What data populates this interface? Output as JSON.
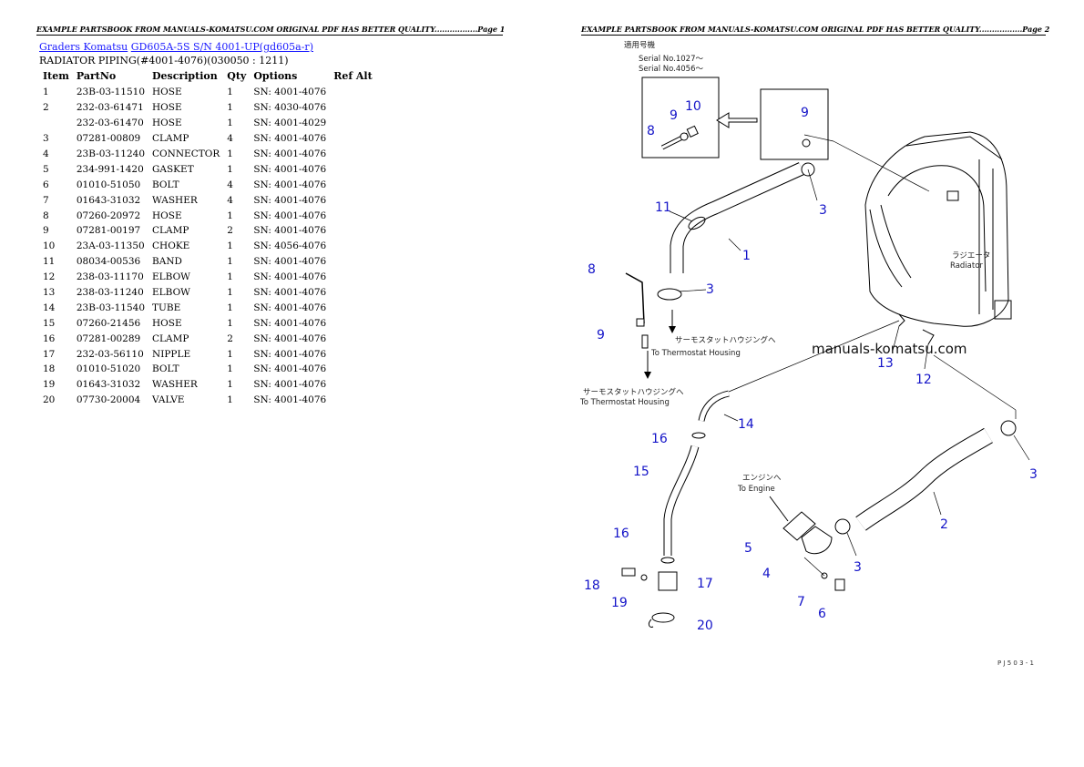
{
  "page_left": {
    "header": "EXAMPLE PARTSBOOK FROM MANUALS-KOMATSU.COM ORIGINAL PDF HAS BETTER QUALITY.................Page 1",
    "breadcrumb": [
      "Graders Komatsu",
      "GD605A-5S S/N 4001-UP(gd605a-r)"
    ],
    "subtitle": "RADIATOR PIPING(#4001-4076)(030050 : 1211)",
    "columns": [
      "Item",
      "PartNo",
      "Description",
      "Qty",
      "Options",
      "Ref Alt"
    ],
    "rows": [
      {
        "item": "1",
        "partno": "23B-03-11510",
        "desc": "HOSE",
        "qty": "1",
        "opt": "SN: 4001-4076"
      },
      {
        "item": "2",
        "partno": "232-03-61471",
        "desc": "HOSE",
        "qty": "1",
        "opt": "SN: 4030-4076"
      },
      {
        "item": "",
        "partno": "232-03-61470",
        "desc": "HOSE",
        "qty": "1",
        "opt": "SN: 4001-4029"
      },
      {
        "item": "3",
        "partno": "07281-00809",
        "desc": "CLAMP",
        "qty": "4",
        "opt": "SN: 4001-4076"
      },
      {
        "item": "4",
        "partno": "23B-03-11240",
        "desc": "CONNECTOR",
        "qty": "1",
        "opt": "SN: 4001-4076"
      },
      {
        "item": "5",
        "partno": "234-991-1420",
        "desc": "GASKET",
        "qty": "1",
        "opt": "SN: 4001-4076"
      },
      {
        "item": "6",
        "partno": "01010-51050",
        "desc": "BOLT",
        "qty": "4",
        "opt": "SN: 4001-4076"
      },
      {
        "item": "7",
        "partno": "01643-31032",
        "desc": "WASHER",
        "qty": "4",
        "opt": "SN: 4001-4076"
      },
      {
        "item": "8",
        "partno": "07260-20972",
        "desc": "HOSE",
        "qty": "1",
        "opt": "SN: 4001-4076"
      },
      {
        "item": "9",
        "partno": "07281-00197",
        "desc": "CLAMP",
        "qty": "2",
        "opt": "SN: 4001-4076"
      },
      {
        "item": "10",
        "partno": "23A-03-11350",
        "desc": "CHOKE",
        "qty": "1",
        "opt": "SN: 4056-4076"
      },
      {
        "item": "11",
        "partno": "08034-00536",
        "desc": "BAND",
        "qty": "1",
        "opt": "SN: 4001-4076"
      },
      {
        "item": "12",
        "partno": "238-03-11170",
        "desc": "ELBOW",
        "qty": "1",
        "opt": "SN: 4001-4076"
      },
      {
        "item": "13",
        "partno": "238-03-11240",
        "desc": "ELBOW",
        "qty": "1",
        "opt": "SN: 4001-4076"
      },
      {
        "item": "14",
        "partno": "23B-03-11540",
        "desc": "TUBE",
        "qty": "1",
        "opt": "SN: 4001-4076"
      },
      {
        "item": "15",
        "partno": "07260-21456",
        "desc": "HOSE",
        "qty": "1",
        "opt": "SN: 4001-4076"
      },
      {
        "item": "16",
        "partno": "07281-00289",
        "desc": "CLAMP",
        "qty": "2",
        "opt": "SN: 4001-4076"
      },
      {
        "item": "17",
        "partno": "232-03-56110",
        "desc": "NIPPLE",
        "qty": "1",
        "opt": "SN: 4001-4076"
      },
      {
        "item": "18",
        "partno": "01010-51020",
        "desc": "BOLT",
        "qty": "1",
        "opt": "SN: 4001-4076"
      },
      {
        "item": "19",
        "partno": "01643-31032",
        "desc": "WASHER",
        "qty": "1",
        "opt": "SN: 4001-4076"
      },
      {
        "item": "20",
        "partno": "07730-20004",
        "desc": "VALVE",
        "qty": "1",
        "opt": "SN: 4001-4076"
      }
    ]
  },
  "page_right": {
    "header": "EXAMPLE PARTSBOOK FROM MANUALS-KOMATSU.COM ORIGINAL PDF HAS BETTER QUALITY.................Page 2",
    "serial_note": [
      "適用号機",
      "Serial No.1027～",
      "Serial No.4056～"
    ],
    "thermostat_note_1": [
      "サーモスタットハウジングへ",
      "To Thermostat Housing"
    ],
    "thermostat_note_2": [
      "サーモスタットハウジングへ",
      "To Thermostat Housing"
    ],
    "engine_note": [
      "エンジンへ",
      "To Engine"
    ],
    "radiator_note": [
      "ラジエータ",
      "Radiator"
    ],
    "watermark": "manuals-komatsu.com",
    "page_code": "P J 5 0 3 - 1",
    "callouts": {
      "c9a": "9",
      "c10": "10",
      "c8a": "8",
      "c9b": "9",
      "c11": "11",
      "c3a": "3",
      "c1": "1",
      "c8b": "8",
      "c3b": "3",
      "c9c": "9",
      "c13": "13",
      "c12": "12",
      "c14": "14",
      "c16a": "16",
      "c15": "15",
      "c3c": "3",
      "c2": "2",
      "c5": "5",
      "c4": "4",
      "c3d": "3",
      "c16b": "16",
      "c18": "18",
      "c17": "17",
      "c19": "19",
      "c7": "7",
      "c6": "6",
      "c20": "20"
    }
  }
}
